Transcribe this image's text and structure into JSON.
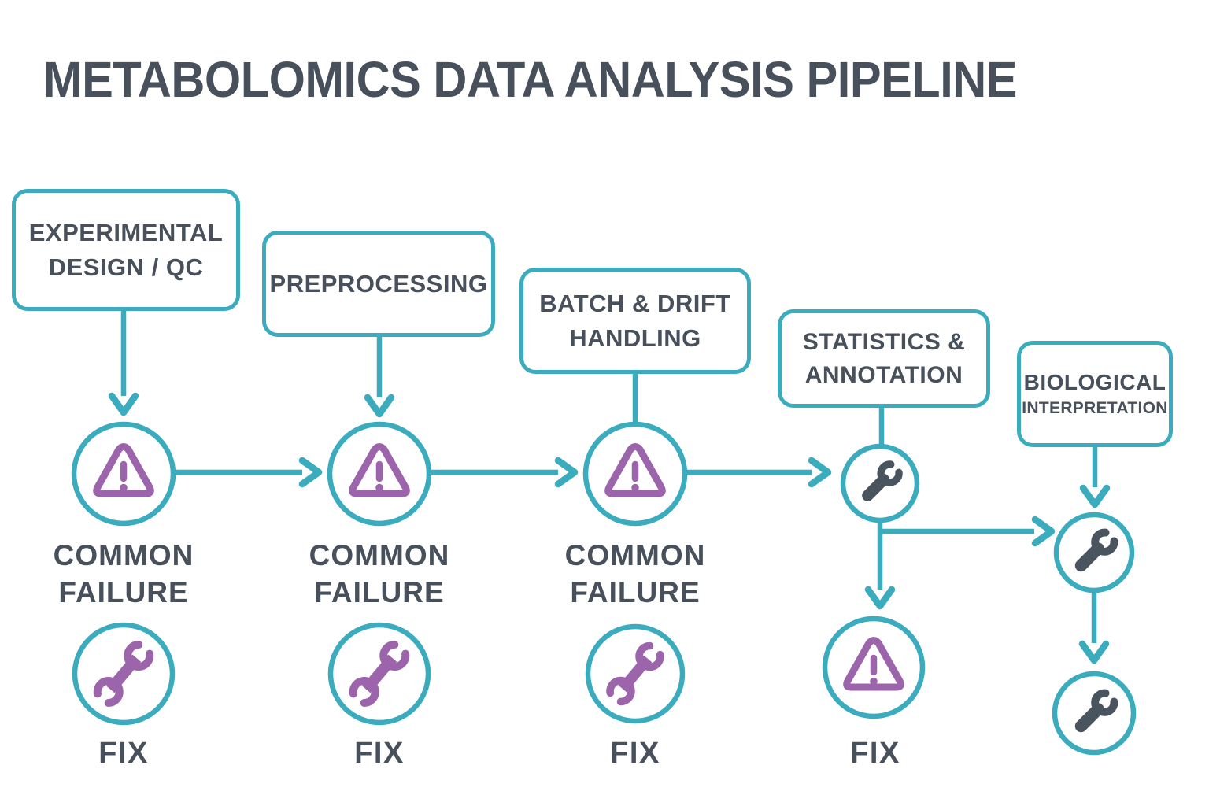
{
  "title": "METABOLOMICS DATA ANALYSIS PIPELINE",
  "colors": {
    "teal": "#3BABBE",
    "purple": "#9C64AA",
    "slate_text": "#47505B",
    "wrench_gray": "#4A545F",
    "background": "#FFFFFF"
  },
  "stages": [
    {
      "name": "experimental-design-qc",
      "label": "EXPERIMENTAL\nDESIGN / QC"
    },
    {
      "name": "preprocessing",
      "label": "PREPROCESSING"
    },
    {
      "name": "batch-drift-handling",
      "label": "BATCH & DRIFT\nHANDLING"
    },
    {
      "name": "statistics-annotation",
      "label": "STATISTICS &\nANNOTATION"
    },
    {
      "name": "biological-interpretation",
      "label_line1": "BIOLOGICAL",
      "label_line2": "INTERPRETATION"
    }
  ],
  "labels": {
    "common_failure": "COMMON\nFAILURE",
    "fix": "FIX"
  },
  "icons": {
    "common_failure": "warning-triangle-icon",
    "fix_purple": "wrench-icon",
    "tool_gray": "wrench-icon"
  }
}
